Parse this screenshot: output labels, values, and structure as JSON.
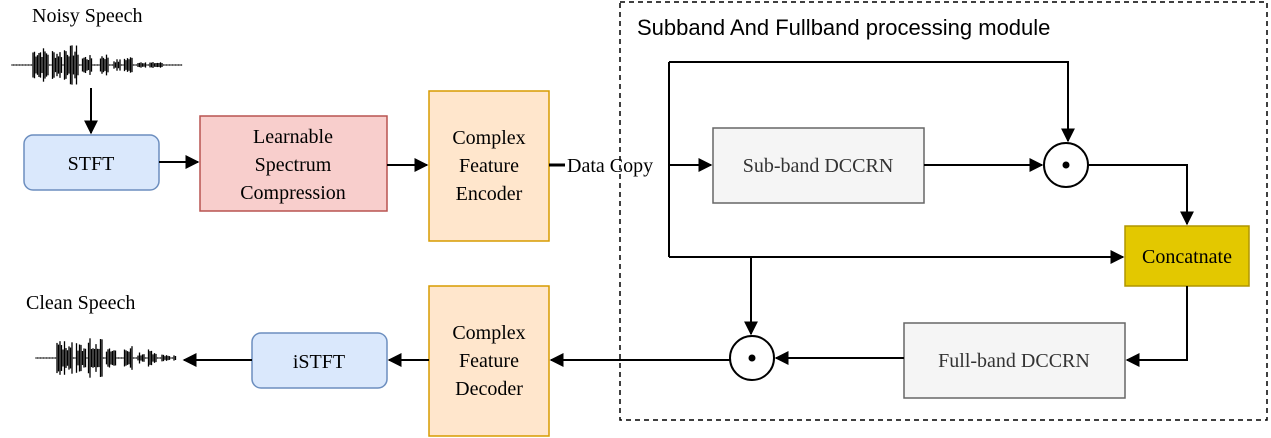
{
  "titles": {
    "noisy_speech": "Noisy Speech",
    "clean_speech": "Clean Speech",
    "module_title": "Subband And Fullband processing module"
  },
  "blocks": {
    "stft": "STFT",
    "compression": [
      "Learnable",
      "Spectrum",
      "Compression"
    ],
    "encoder": [
      "Complex",
      "Feature",
      "Encoder"
    ],
    "decoder": [
      "Complex",
      "Feature",
      "Decoder"
    ],
    "istft": "iSTFT",
    "subband": "Sub-band DCCRN",
    "fullband": "Full-band DCCRN",
    "concat": "Concatnate"
  },
  "edge_labels": {
    "data_copy": "Data Copy"
  },
  "colors": {
    "stft_fill": "#dae8fc",
    "stft_stroke": "#6c8ebf",
    "compression_fill": "#f8cecc",
    "compression_stroke": "#b85450",
    "coder_fill": "#ffe6cc",
    "coder_stroke": "#d79b00",
    "dccrn_fill": "#f5f5f5",
    "dccrn_stroke": "#666666",
    "concat_fill": "#e3c800",
    "concat_stroke": "#b09500"
  },
  "icons": {
    "waveform": "waveform-icon",
    "multiply": "elementwise-multiply-icon"
  }
}
